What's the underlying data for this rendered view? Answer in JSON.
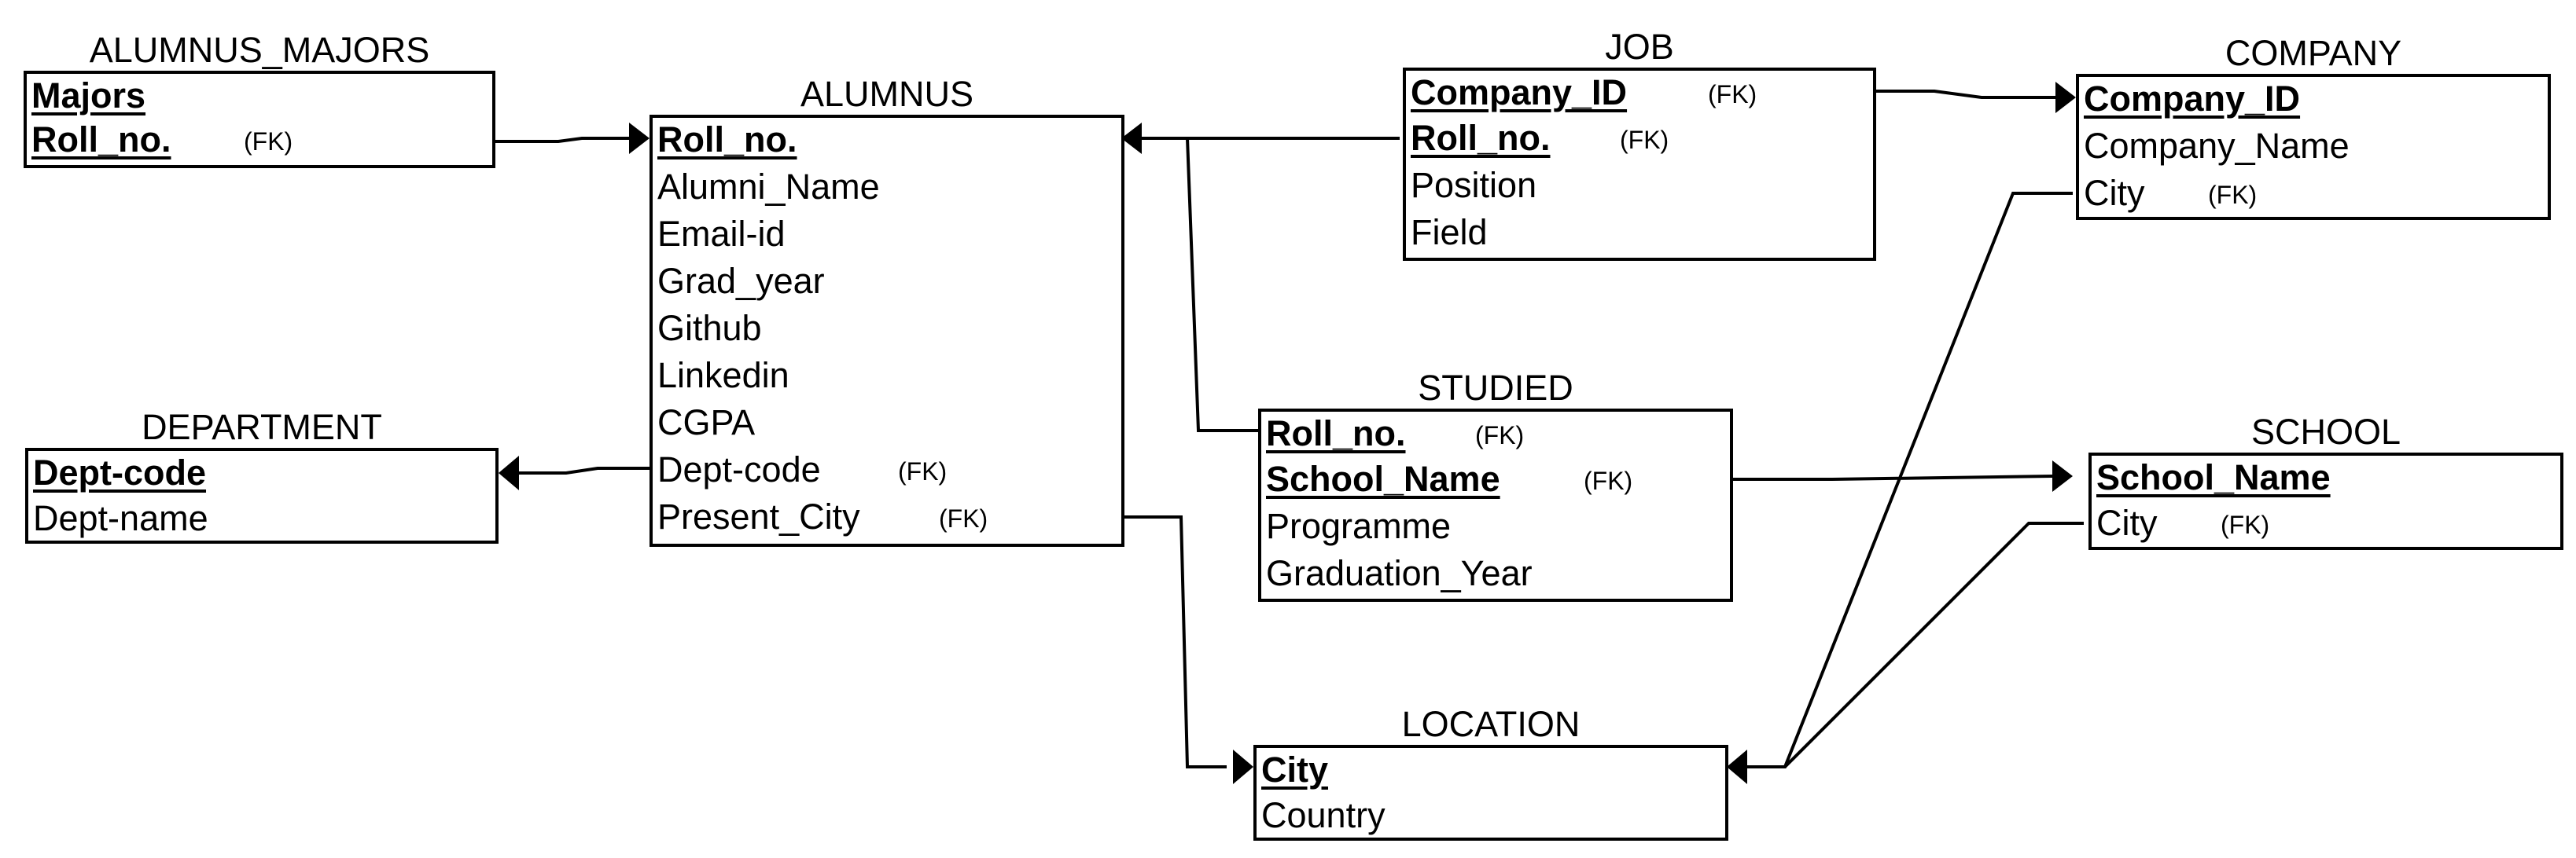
{
  "entities": {
    "alumnus_majors": {
      "title": "ALUMNUS_MAJORS",
      "attributes": [
        {
          "name": "Majors",
          "key": true,
          "fk": ""
        },
        {
          "name": "Roll_no.",
          "key": true,
          "fk": "(FK)"
        }
      ]
    },
    "alumnus": {
      "title": "ALUMNUS",
      "attributes": [
        {
          "name": "Roll_no.",
          "key": true,
          "fk": ""
        },
        {
          "name": "Alumni_Name",
          "key": false,
          "fk": ""
        },
        {
          "name": "Email-id",
          "key": false,
          "fk": ""
        },
        {
          "name": "Grad_year",
          "key": false,
          "fk": ""
        },
        {
          "name": "Github",
          "key": false,
          "fk": ""
        },
        {
          "name": "Linkedin",
          "key": false,
          "fk": ""
        },
        {
          "name": "CGPA",
          "key": false,
          "fk": ""
        },
        {
          "name": "Dept-code",
          "key": false,
          "fk": "(FK)"
        },
        {
          "name": "Present_City",
          "key": false,
          "fk": "(FK)"
        }
      ]
    },
    "department": {
      "title": "DEPARTMENT",
      "attributes": [
        {
          "name": "Dept-code",
          "key": true,
          "fk": ""
        },
        {
          "name": "Dept-name",
          "key": false,
          "fk": ""
        }
      ]
    },
    "job": {
      "title": "JOB",
      "attributes": [
        {
          "name": "Company_ID",
          "key": true,
          "fk": "(FK)"
        },
        {
          "name": "Roll_no.",
          "key": true,
          "fk": "(FK)"
        },
        {
          "name": "Position",
          "key": false,
          "fk": ""
        },
        {
          "name": "Field",
          "key": false,
          "fk": ""
        }
      ]
    },
    "company": {
      "title": "COMPANY",
      "attributes": [
        {
          "name": "Company_ID",
          "key": true,
          "fk": ""
        },
        {
          "name": "Company_Name",
          "key": false,
          "fk": ""
        },
        {
          "name": "City",
          "key": false,
          "fk": "(FK)"
        }
      ]
    },
    "studied": {
      "title": "STUDIED",
      "attributes": [
        {
          "name": "Roll_no.",
          "key": true,
          "fk": "(FK)"
        },
        {
          "name": "School_Name",
          "key": true,
          "fk": "(FK)"
        },
        {
          "name": "Programme",
          "key": false,
          "fk": ""
        },
        {
          "name": "Graduation_Year",
          "key": false,
          "fk": ""
        }
      ]
    },
    "school": {
      "title": "SCHOOL",
      "attributes": [
        {
          "name": "School_Name",
          "key": true,
          "fk": ""
        },
        {
          "name": "City",
          "key": false,
          "fk": "(FK)"
        }
      ]
    },
    "location": {
      "title": "LOCATION",
      "attributes": [
        {
          "name": "City",
          "key": true,
          "fk": ""
        },
        {
          "name": "Country",
          "key": false,
          "fk": ""
        }
      ]
    }
  },
  "relationships": [
    {
      "from": "alumnus_majors",
      "to": "alumnus",
      "via": "Roll_no."
    },
    {
      "from": "alumnus",
      "to": "department",
      "via": "Dept-code"
    },
    {
      "from": "job",
      "to": "alumnus",
      "via": "Roll_no."
    },
    {
      "from": "studied",
      "to": "alumnus",
      "via": "Roll_no."
    },
    {
      "from": "job",
      "to": "company",
      "via": "Company_ID"
    },
    {
      "from": "studied",
      "to": "school",
      "via": "School_Name"
    },
    {
      "from": "alumnus",
      "to": "location",
      "via": "Present_City"
    },
    {
      "from": "company",
      "to": "location",
      "via": "City"
    },
    {
      "from": "school",
      "to": "location",
      "via": "City"
    }
  ]
}
